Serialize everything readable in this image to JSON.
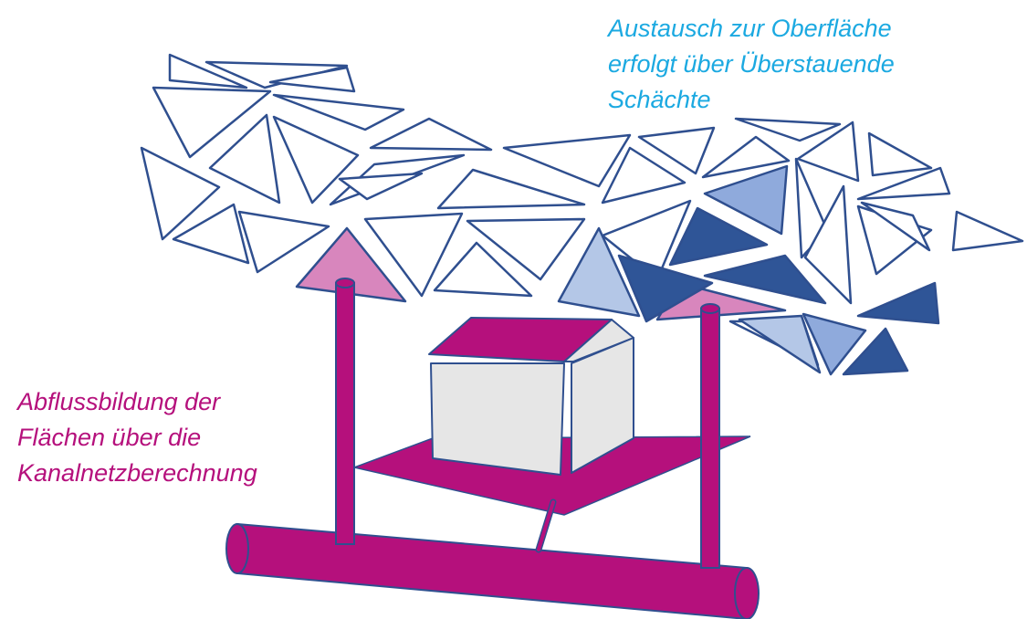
{
  "labels": {
    "surface_exchange": [
      "Austausch zur Oberfläche",
      "erfolgt über Überstauende",
      "Schächte"
    ],
    "runoff_generation": [
      "Abflussbildung der",
      "Flächen über die",
      "Kanalnetzberechnung"
    ]
  },
  "colors": {
    "surface_exchange_text": "#1ba9e1",
    "runoff_generation_text": "#b5107c",
    "sewer_magenta": "#b5107c",
    "mesh_outline": "#2f4f8f",
    "cell_dark": "#2f5597",
    "cell_medium": "#8faadc",
    "cell_light": "#b4c7e7",
    "cell_pink": "#d886bd",
    "house_wall": "#e6e6e6"
  }
}
